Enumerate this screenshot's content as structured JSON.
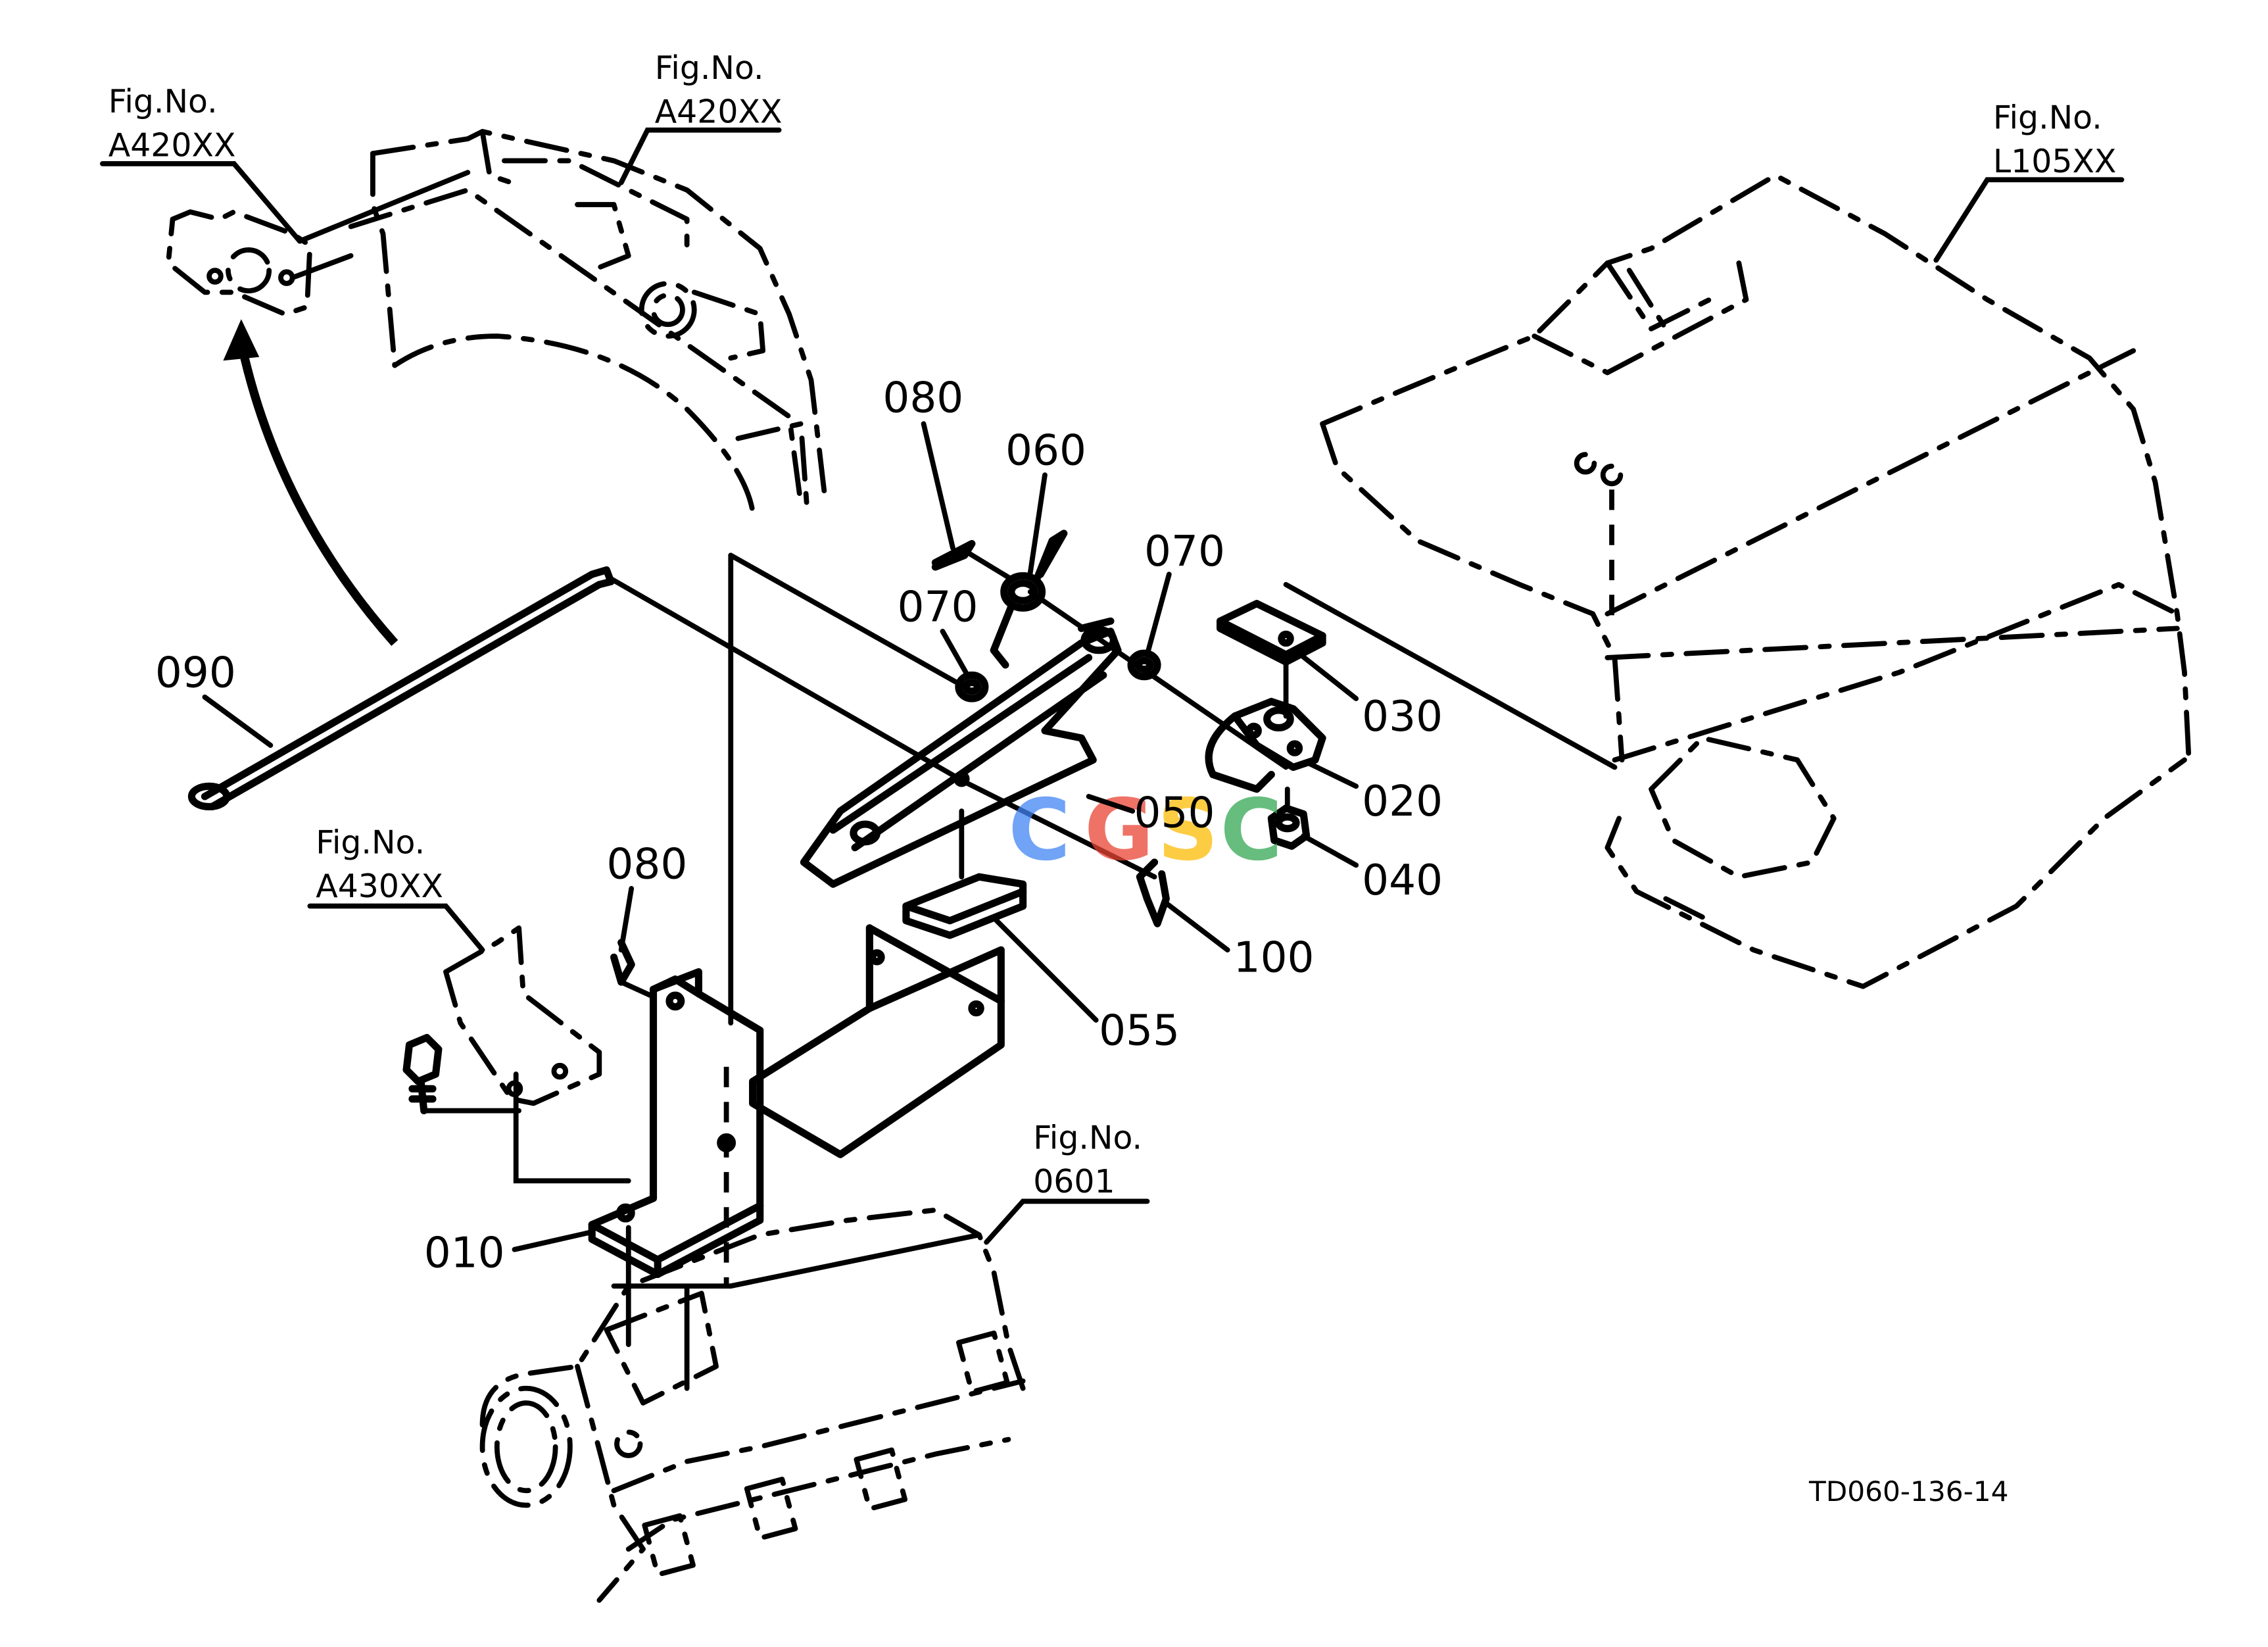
{
  "fig_refs": [
    {
      "title": "Fig.No.",
      "number": "A420XX"
    },
    {
      "title": "Fig.No.",
      "number": "A420XX"
    },
    {
      "title": "Fig.No.",
      "number": "L105XX"
    },
    {
      "title": "Fig.No.",
      "number": "A430XX"
    },
    {
      "title": "Fig.No.",
      "number": "0601"
    }
  ],
  "parts": [
    "080",
    "060",
    "070",
    "070",
    "090",
    "030",
    "020",
    "050",
    "040",
    "100",
    "080",
    "055",
    "010"
  ],
  "watermark": {
    "letters": [
      "C",
      "G",
      "S",
      "C"
    ],
    "colors": [
      "#4285F4",
      "#EA4335",
      "#FBBC05",
      "#34A853"
    ]
  },
  "drawing_code": "TD060-136-14"
}
